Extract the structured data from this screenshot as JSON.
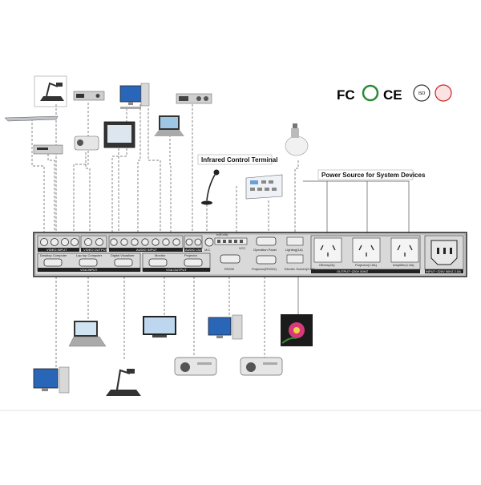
{
  "terminals": {
    "infrared": "Infrared Control Terminal",
    "power_source": "Power Source for System Devices"
  },
  "certifications": [
    "FC",
    "CE",
    "ISO"
  ],
  "panel": {
    "video_input": "VIDEO INPUT",
    "video_output": "VIDEO OUTPUT",
    "audio_input": "AUDIO INPUT",
    "audio_output": "AUDIO OUTPUT",
    "vga_input": "VGA INPUT",
    "vga_output": "VGA OUTPUT",
    "desktop_computer": "Desktop Computer",
    "laptop_computer": "Lap top Computer",
    "digital_visualizer": "Digital Visualizer",
    "monitor": "Monitor",
    "projector": "Projector",
    "mic": "MIC",
    "rs232": "RS232",
    "operation_panel": "Operation Panel",
    "projector_rs232": "Projector(RS232)",
    "lighting": "Lighting(1A)",
    "electric_screen": "Electric Screen(0.5A)",
    "ir_port": "Ir(RJ45)",
    "vcc": "VCC",
    "others": "Others(2A)",
    "projector_power": "Projector(1.5A)",
    "amplifier": "Amplifier(1.5A)",
    "output_rating": "OUTPUT~220V 50HZ",
    "input_rating": "INPUT~220V 50HZ 2.5A"
  }
}
